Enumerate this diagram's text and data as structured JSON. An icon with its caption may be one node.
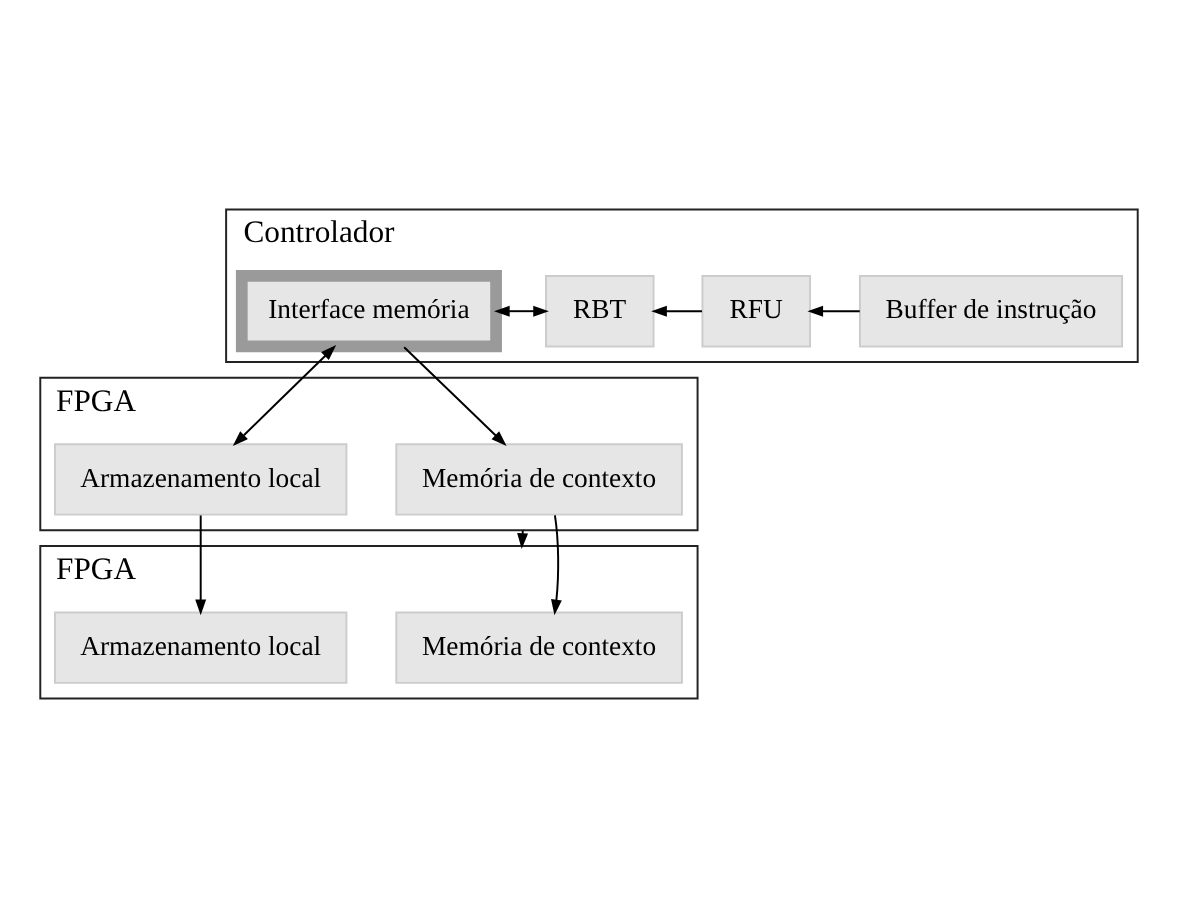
{
  "diagram": {
    "nodes": [
      {
        "text": [
          "Controlador"
        ]
      },
      {
        "text": [
          "Buffer de instrução"
        ],
        "in": 0
      },
      {
        "text": [
          "RFU"
        ],
        "in": 0
      },
      {
        "text": [
          "RBT"
        ],
        "in": 0
      },
      {
        "text": [
          "Interface memória"
        ],
        "in": 0
      },
      {
        "text": [
          "FPGA"
        ]
      },
      {
        "text": [
          "Memória de contexto"
        ],
        "in": 5
      },
      {
        "text": [
          "Armazenamento local"
        ],
        "in": 5
      },
      {
        "text": [
          "FPGA"
        ]
      },
      {
        "text": [
          "Memória de contexto"
        ],
        "in": 8
      },
      {
        "text": [
          "Armazenamento local"
        ],
        "in": 8
      }
    ],
    "edges": [
      {
        "from": 1,
        "to": 2,
        "arrow": "to"
      },
      {
        "from": 2,
        "to": 3,
        "arrow": "to"
      },
      {
        "from": 3,
        "to": 4,
        "arrow": "both"
      },
      {
        "from": 4,
        "to": 6,
        "arrow": "to"
      },
      {
        "from": 4,
        "to": 7,
        "arrow": "both"
      },
      {
        "from": 5,
        "to": 8,
        "arrow": "to"
      },
      {
        "from": 6,
        "to": 9,
        "arrow": "to"
      },
      {
        "from": 7,
        "to": 10,
        "arrow": "to"
      }
    ]
  }
}
